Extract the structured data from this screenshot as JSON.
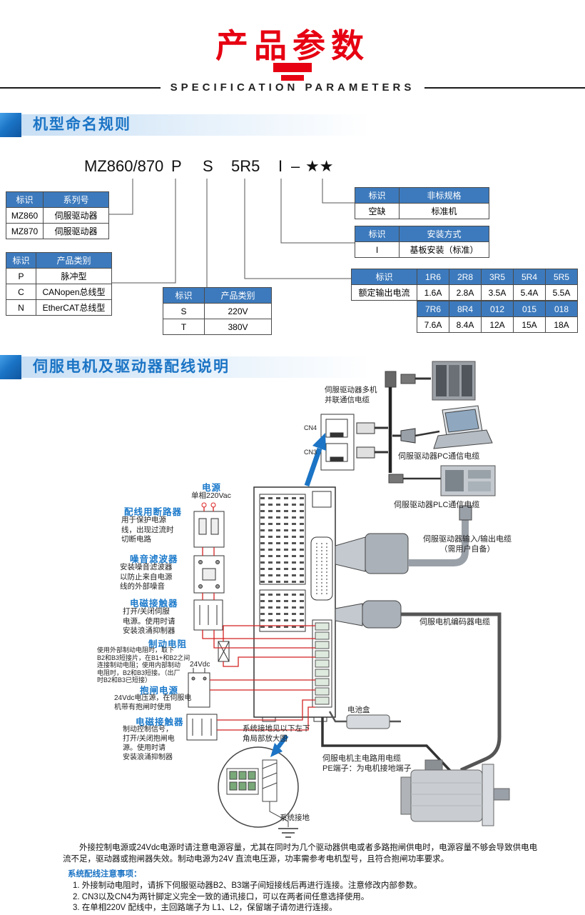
{
  "page": {
    "title": "产品参数",
    "subtitle": "SPECIFICATION PARAMETERS"
  },
  "naming": {
    "section_title": "机型命名规则",
    "model": {
      "base": "MZ860/870",
      "p": "P",
      "s": "S",
      "r": "5R5",
      "i": "I",
      "dash": "–",
      "stars": "★★"
    },
    "tables": {
      "series": {
        "headers": [
          "标识",
          "系列号"
        ],
        "rows": [
          [
            "MZ860",
            "伺服驱动器"
          ],
          [
            "MZ870",
            "伺服驱动器"
          ]
        ]
      },
      "ptype": {
        "headers": [
          "标识",
          "产品类别"
        ],
        "rows": [
          [
            "P",
            "脉冲型"
          ],
          [
            "C",
            "CANopen总线型"
          ],
          [
            "N",
            "EtherCAT总线型"
          ]
        ]
      },
      "voltage": {
        "headers": [
          "标识",
          "产品类别"
        ],
        "rows": [
          [
            "S",
            "220V"
          ],
          [
            "T",
            "380V"
          ]
        ]
      },
      "nonstd": {
        "headers": [
          "标识",
          "非标规格"
        ],
        "rows": [
          [
            "空缺",
            "标准机"
          ]
        ]
      },
      "mount": {
        "headers": [
          "标识",
          "安装方式"
        ],
        "rows": [
          [
            "I",
            "基板安装（标准）"
          ]
        ]
      },
      "current": {
        "header_label": "标识",
        "row_label": "额定输出电流",
        "codes1": [
          "1R6",
          "2R8",
          "3R5",
          "5R4",
          "5R5"
        ],
        "values1": [
          "1.6A",
          "2.8A",
          "3.5A",
          "5.4A",
          "5.5A"
        ],
        "codes2": [
          "7R6",
          "8R4",
          "012",
          "015",
          "018"
        ],
        "values2": [
          "7.6A",
          "8.4A",
          "12A",
          "15A",
          "18A"
        ]
      }
    }
  },
  "wiring": {
    "section_title": "伺服电机及驱动器配线说明",
    "labels": {
      "multi_comm": "伺服驱动器多机\n并联通信电缆",
      "cn4": "CN4",
      "cn3": "CN3",
      "pc_cable": "伺服驱动器PC通信电缆",
      "plc_cable": "伺服驱动器PLC通信电缆",
      "power_title": "电源",
      "power_sub": "单相220Vac",
      "breaker_title": "配线用断路器",
      "breaker_desc": "用于保护电源\n线，出现过流时\n切断电路",
      "filter_title": "噪音滤波器",
      "filter_desc": "安装噪音滤波器\n以防止来自电源\n线的外部噪音",
      "contactor1_title": "电磁接触器",
      "contactor1_desc": "打开/关闭伺服\n电源。使用时请\n安装浪涌抑制器",
      "brake_res_title": "制动电阻",
      "brake_res_desc": "使用外部制动电阻时，取下\nB2和B3短接片，在B1+和B2之间\n连接制动电阻；使用内部制动\n电阻时，B2和B3短接。（出厂\n时B2和B3已短接）",
      "v24": "24Vdc",
      "brake_pwr_title": "抱闸电源",
      "brake_pwr_desc": "24Vdc电压源，在伺服电\n机带有抱闸时使用",
      "contactor2_title": "电磁接触器",
      "contactor2_desc": "制动控制信号，\n打开/关闭抱闸电\n源。使用时请\n安装浪涌抑制器",
      "ground_note": "系统接地见以下左下\n角局部放大图",
      "battery": "电池盒",
      "io_cable": "伺服驱动器输入/输出电缆\n（需用户自备）",
      "encoder_cable": "伺服电机编码器电缆",
      "motor_cable": "伺服电机主电路用电缆\nPE端子：为电机接地端子",
      "sys_ground": "系统接地"
    }
  },
  "notes": {
    "paragraph": "外接控制电源或24Vdc电源时请注意电源容量，尤其在同时为几个驱动器供电或者多路抱闸供电时，电源容量不够会导致供电电流不足，驱动器或抱闸器失效。制动电源为24V 直流电压源，功率需参考电机型号，且符合抱闸功率要求。",
    "heading": "系统配线注意事项：",
    "items": [
      "1. 外接制动电阻时，请拆下伺服驱动器B2、B3端子间短接线后再进行连接。注意修改内部参数。",
      "2. CN3以及CN4为两针脚定义完全一致的通讯接口，可以在两者间任意选择使用。",
      "3. 在单相220V 配线中，主回路端子为 L1、L2，保留端子请勿进行连接。"
    ]
  },
  "colors": {
    "accent_red": "#e60012",
    "accent_blue": "#1b74c5",
    "table_header_bg": "#3d7abd",
    "wire_red": "#d42222"
  }
}
